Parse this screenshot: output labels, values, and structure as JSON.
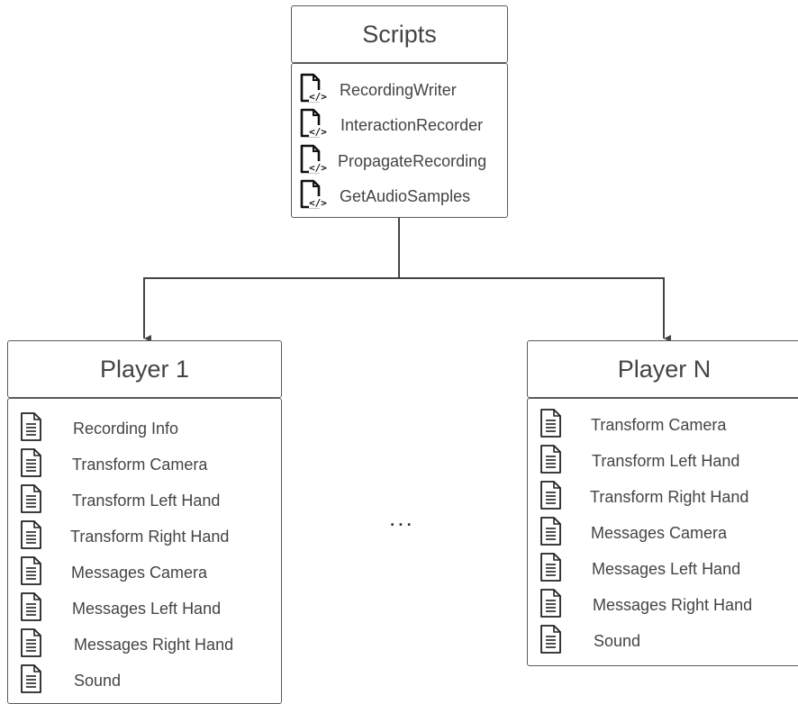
{
  "scripts": {
    "title": "Scripts",
    "items": [
      "RecordingWriter",
      "InteractionRecorder",
      "PropagateRecording",
      "GetAudioSamples"
    ]
  },
  "player1": {
    "title": "Player 1",
    "items": [
      "Recording Info",
      "Transform Camera",
      "Transform Left Hand",
      "Transform Right Hand",
      "Messages Camera",
      "Messages Left Hand",
      "Messages Right Hand",
      "Sound"
    ]
  },
  "playerN": {
    "title": "Player N",
    "items": [
      "Transform Camera",
      "Transform Left Hand",
      "Transform Right Hand",
      "Messages Camera",
      "Messages Left Hand",
      "Messages Right Hand",
      "Sound"
    ]
  },
  "ellipsis": "...",
  "icons": {
    "script": "code-file-icon",
    "document": "document-icon"
  },
  "colors": {
    "border": "#5a5a5a",
    "text": "#444444",
    "connector": "#444444"
  }
}
